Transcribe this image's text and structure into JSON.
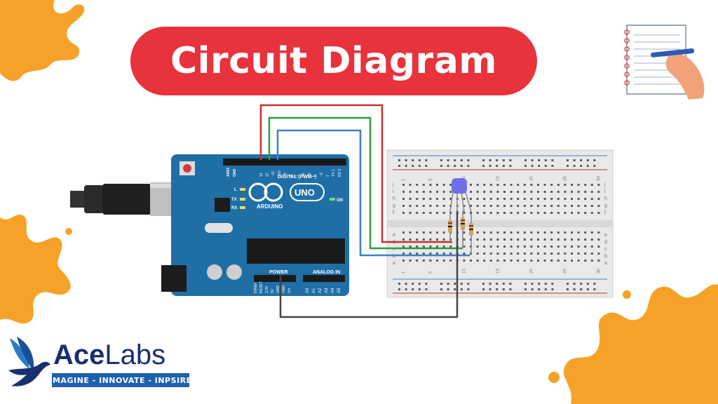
{
  "title": "Circuit Diagram",
  "board": {
    "brand_label": "ARDUINO",
    "model_label": "UNO",
    "digital_label": "DIGITAL (PWM~)",
    "power_label": "POWER",
    "analog_label": "ANALOG IN",
    "on_label": "ON",
    "tx_label": "TX",
    "rx_label": "RX",
    "l_label": "L",
    "aref_label": "AREF",
    "gnd_label": "GND",
    "digital_pins": [
      "13",
      "12",
      "~11",
      "~10",
      "~9",
      "8",
      "7",
      "~6",
      "~5",
      "4",
      "~3",
      "2",
      "TX 1",
      "RX 0"
    ],
    "power_pins": [
      "IOREF",
      "RESET",
      "3.3V",
      "5V",
      "GND",
      "GND",
      "Vin"
    ],
    "analog_pins": [
      "A0",
      "A1",
      "A2",
      "A3",
      "A4",
      "A5"
    ]
  },
  "breadboard": {
    "column_numbers": [
      "1",
      "5",
      "10",
      "15",
      "20",
      "25",
      "30"
    ],
    "row_letters": [
      "a",
      "b",
      "c",
      "d",
      "e",
      "f",
      "g",
      "h",
      "i",
      "j"
    ]
  },
  "wire_colors": {
    "red": "#c8302c",
    "green": "#2e9b3e",
    "blue": "#3b7fd0",
    "gnd": "#444444"
  },
  "colors": {
    "accent": "#e8323c",
    "board": "#1f6fa6",
    "splash": "#f6a228",
    "logo_navy": "#1b2f6e",
    "tagline_bg": "#1e5fae"
  },
  "logo": {
    "name_bold": "Ace",
    "name_light": "Labs",
    "tagline": "IMAGINE - INNOVATE - INPSIRE"
  },
  "icons": [
    "notebook-pen-icon",
    "bird-logo-icon"
  ]
}
